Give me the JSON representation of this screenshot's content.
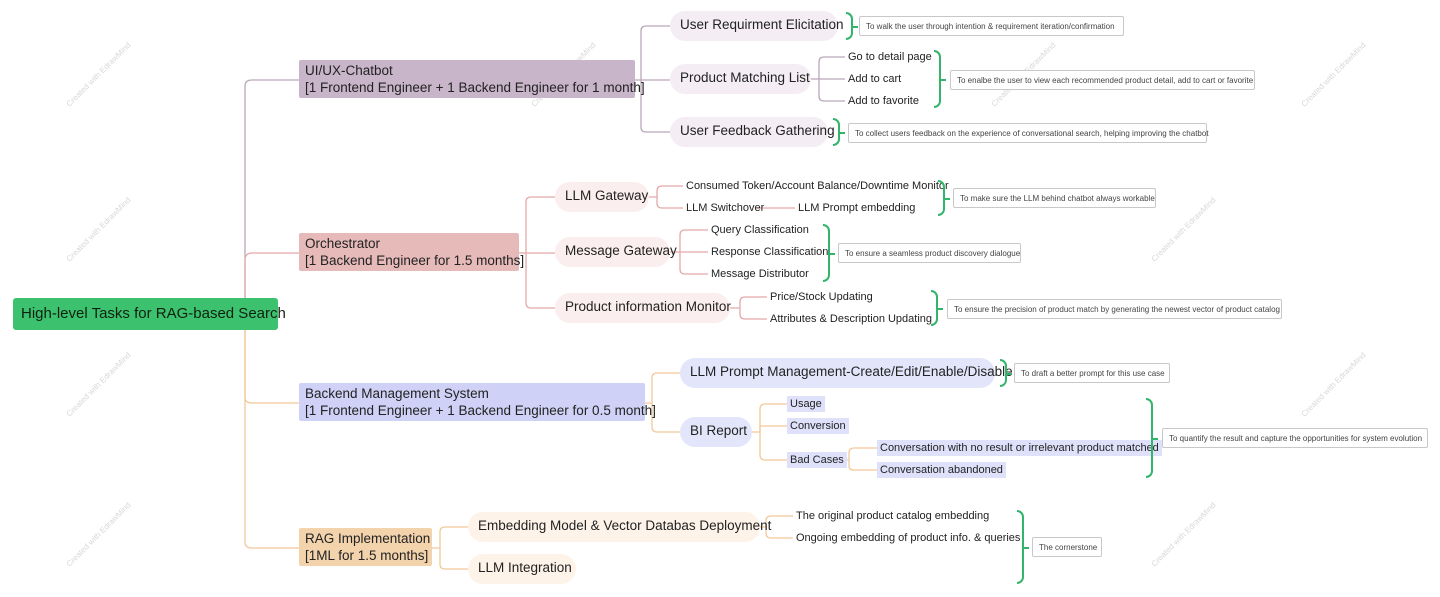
{
  "root": {
    "label": "High-level Tasks for RAG-based Search"
  },
  "branches": {
    "ui": {
      "line1": "UI/UX-Chatbot",
      "line2": "[1 Frontend Engineer + 1 Backend Engineer for 1 month]",
      "requirement": {
        "label": "User Requirment Elicitation",
        "note": "To walk the user through intention & requirement iteration/confirmation"
      },
      "matching": {
        "label": "Product Matching List",
        "items": [
          "Go to detail page",
          "Add to cart",
          "Add to favorite"
        ],
        "note": "To enalbe the user to view each recommended product detail, add to cart or favorite"
      },
      "feedback": {
        "label": "User Feedback Gathering",
        "note": "To collect users feedback on the experience of conversational search, helping improving the chatbot"
      }
    },
    "orchestrator": {
      "line1": "Orchestrator",
      "line2": "[1 Backend Engineer for 1.5 months]",
      "gateway": {
        "label": "LLM Gateway",
        "items": [
          "Consumed Token/Account Balance/Downtime Monitor",
          "LLM Switchover",
          "LLM Prompt embedding"
        ],
        "note": "To make sure the LLM behind chatbot always workable"
      },
      "message": {
        "label": "Message Gateway",
        "items": [
          "Query Classification",
          "Response Classification",
          "Message Distributor"
        ],
        "note": "To ensure a seamless product discovery dialogue"
      },
      "monitor": {
        "label": "Product information Monitor",
        "items": [
          "Price/Stock Updating",
          "Attributes & Description Updating"
        ],
        "note": "To ensure the precision of product match by generating the newest vector of product catalog"
      }
    },
    "backend": {
      "line1": "Backend Management System",
      "line2": "[1 Frontend Engineer + 1 Backend Engineer for 0.5 month]",
      "prompt": {
        "label": "LLM Prompt Management-Create/Edit/Enable/Disable",
        "note": "To draft a better prompt for this use case"
      },
      "bi": {
        "label": "BI Report",
        "items": [
          "Usage",
          "Conversion",
          "Bad Cases"
        ],
        "bad_cases": [
          "Conversation with no result or irrelevant product matched",
          "Conversation abandoned"
        ],
        "note": "To quantify the result and capture the opportunities for system evolution"
      }
    },
    "rag": {
      "line1": "RAG Implementation",
      "line2": "[1ML for 1.5 months]",
      "embedding": {
        "label": "Embedding Model & Vector Databas Deployment",
        "items": [
          "The original product catalog embedding",
          "Ongoing embedding of product info. & queries"
        ]
      },
      "integration": {
        "label": "LLM Integration"
      },
      "note": "The cornerstone"
    }
  },
  "watermark": "Created with EdrawMind",
  "colors": {
    "root": "#3cc26f",
    "ui": "#c9b5c9",
    "orchestrator": "#e7baba",
    "backend": "#cfd2f6",
    "rag": "#f3d3ac",
    "brace": "#32b46a"
  }
}
